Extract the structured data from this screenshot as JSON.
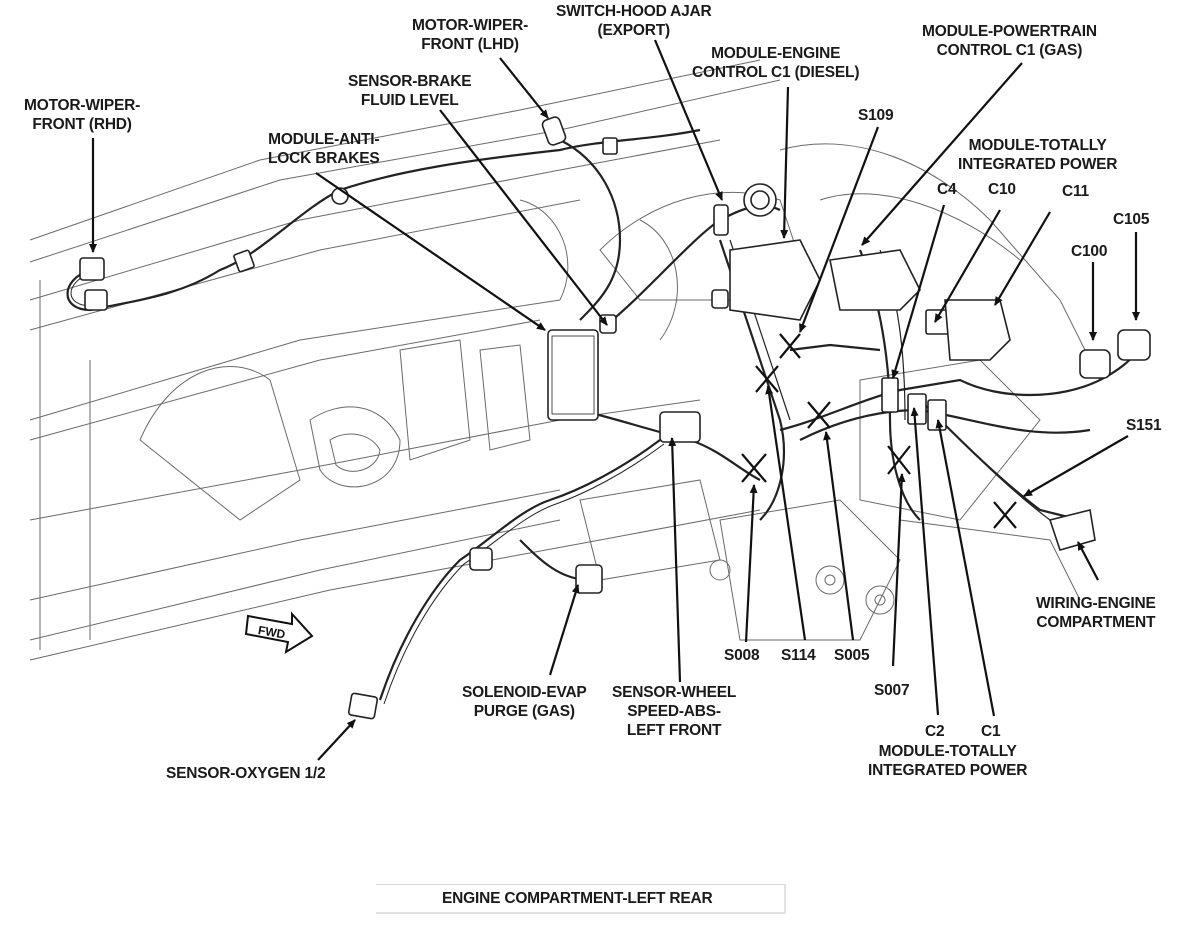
{
  "caption": "ENGINE COMPARTMENT-LEFT REAR",
  "direction_marker": {
    "text": "FWD",
    "icon": "forward-arrow-icon"
  },
  "callouts": [
    {
      "id": "motor-wiper-front-rhd",
      "text": "MOTOR-WIPER-\nFRONT (RHD)"
    },
    {
      "id": "motor-wiper-front-lhd",
      "text": "MOTOR-WIPER-\nFRONT (LHD)"
    },
    {
      "id": "switch-hood-ajar",
      "text": "SWITCH-HOOD AJAR\n(EXPORT)"
    },
    {
      "id": "sensor-brake-fluid-level",
      "text": "SENSOR-BRAKE\nFLUID LEVEL"
    },
    {
      "id": "module-engine-control-c1",
      "text": "MODULE-ENGINE\nCONTROL C1 (DIESEL)"
    },
    {
      "id": "module-powertrain-control-c1",
      "text": "MODULE-POWERTRAIN\nCONTROL C1 (GAS)"
    },
    {
      "id": "module-anti-lock-brakes",
      "text": "MODULE-ANTI-\nLOCK BRAKES"
    },
    {
      "id": "s109",
      "text": "S109"
    },
    {
      "id": "module-tipm-top",
      "text": "MODULE-TOTALLY\nINTEGRATED POWER"
    },
    {
      "id": "c4",
      "text": "C4"
    },
    {
      "id": "c10",
      "text": "C10"
    },
    {
      "id": "c11",
      "text": "C11"
    },
    {
      "id": "c105",
      "text": "C105"
    },
    {
      "id": "c100",
      "text": "C100"
    },
    {
      "id": "s151",
      "text": "S151"
    },
    {
      "id": "wiring-engine-compartment",
      "text": "WIRING-ENGINE\nCOMPARTMENT"
    },
    {
      "id": "s008",
      "text": "S008"
    },
    {
      "id": "s114",
      "text": "S114"
    },
    {
      "id": "s005",
      "text": "S005"
    },
    {
      "id": "s007",
      "text": "S007"
    },
    {
      "id": "c2",
      "text": "C2"
    },
    {
      "id": "c1",
      "text": "C1"
    },
    {
      "id": "module-tipm-bottom",
      "text": "MODULE-TOTALLY\nINTEGRATED POWER"
    },
    {
      "id": "solenoid-evap-purge",
      "text": "SOLENOID-EVAP\nPURGE (GAS)"
    },
    {
      "id": "sensor-wheel-speed-abs",
      "text": "SENSOR-WHEEL\nSPEED-ABS-\nLEFT FRONT"
    },
    {
      "id": "sensor-oxygen",
      "text": "SENSOR-OXYGEN 1/2"
    }
  ]
}
